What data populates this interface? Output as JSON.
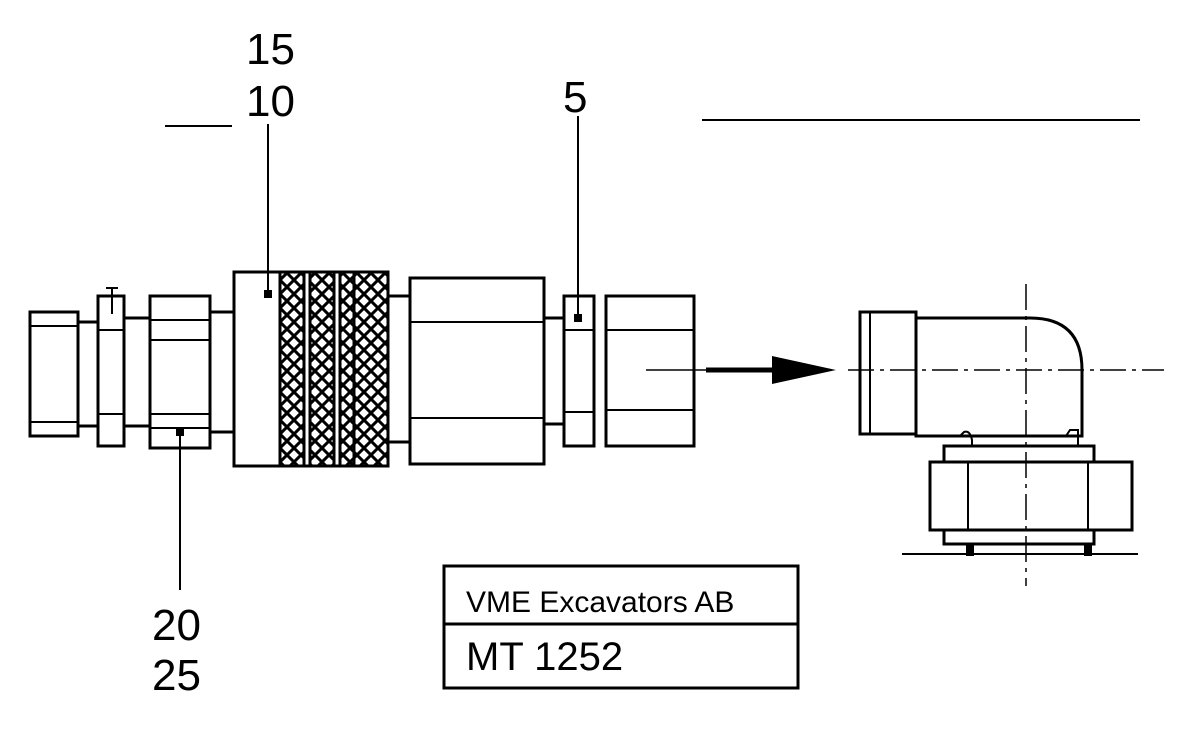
{
  "callouts": {
    "top_left_a": "15",
    "top_left_b": "10",
    "top_right": "5",
    "bottom_a": "20",
    "bottom_b": "25"
  },
  "title_block": {
    "company": "VME Excavators AB",
    "drawing_number": "MT 1252"
  },
  "colors": {
    "ink": "#000000",
    "paper": "#ffffff"
  }
}
